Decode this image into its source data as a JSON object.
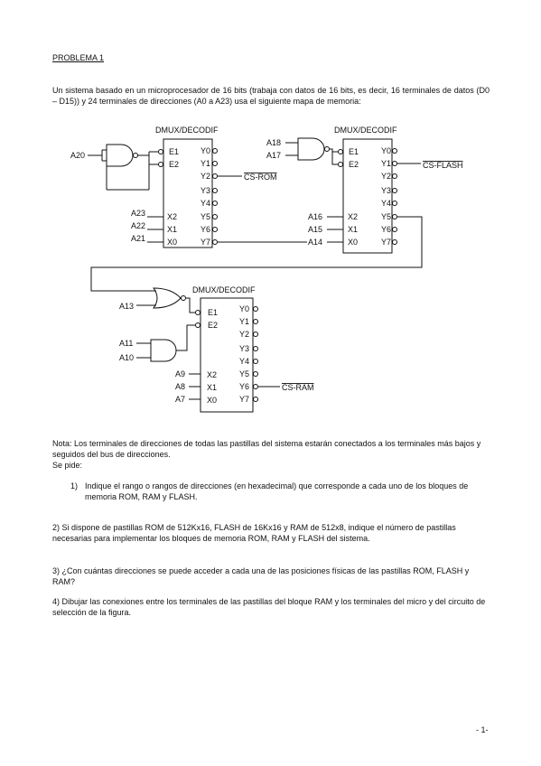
{
  "title": "PROBLEMA 1",
  "intro": "Un sistema basado en un microprocesador de 16 bits (trabaja con datos de 16 bits, es decir, 16 terminales de datos (D0 – D15)) y 24 terminales de direcciones (A0 a A23) usa el siguiente mapa de memoria:",
  "circuit": {
    "dec_title": "DMUX/DECODIF",
    "enables": [
      "E1",
      "E2"
    ],
    "outputs": [
      "Y0",
      "Y1",
      "Y2",
      "Y3",
      "Y4",
      "Y5",
      "Y6",
      "Y7"
    ],
    "selects": [
      "X2",
      "X1",
      "X0"
    ],
    "d1": {
      "enable_in": "A20",
      "addr": [
        "A23",
        "A22",
        "A21"
      ],
      "out_label": "CS-ROM"
    },
    "d2": {
      "enable_in": [
        "A18",
        "A17"
      ],
      "addr": [
        "A16",
        "A15",
        "A14"
      ],
      "out_label": "CS-FLASH"
    },
    "d3": {
      "enable_in": [
        "A13",
        "A11",
        "A10"
      ],
      "addr": [
        "A9",
        "A8",
        "A7"
      ],
      "out_label": "CS-RAM"
    }
  },
  "note": "Nota: Los terminales de direcciones de todas las pastillas del sistema estarán conectados a los terminales más bajos y seguidos del bus de direcciones.",
  "se_pide": "Se pide:",
  "q1_num": "1)",
  "q1": "Indique el rango o rangos de direcciones (en hexadecimal) que corresponde a cada uno de los bloques de memoria ROM, RAM y FLASH.",
  "q2": "2)  Si dispone de pastillas ROM de 512Kx16, FLASH de 16Kx16 y RAM de 512x8, indique el número de pastillas necesarias para implementar los bloques de memoria ROM, RAM y FLASH del sistema.",
  "q3": "3)  ¿Con cuántas direcciones se puede acceder a cada una de las posiciones físicas de las pastillas ROM, FLASH y RAM?",
  "q4": "4)  Dibujar las conexiones entre los terminales de las pastillas del bloque RAM y los terminales del micro y del circuito de selección de la figura.",
  "page_number": "- 1-"
}
